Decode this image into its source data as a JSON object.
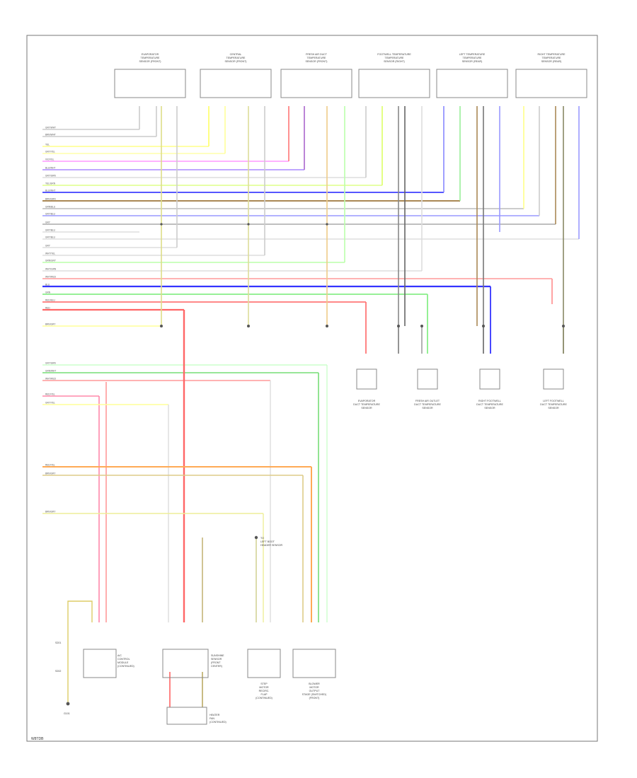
{
  "diagram": {
    "footer_code": "W8TDB",
    "top_sensors": [
      {
        "id": "s1",
        "label": [
          "EVAPORATOR",
          "TEMPERATURE",
          "SENSOR (FRONT)"
        ]
      },
      {
        "id": "s2",
        "label": [
          "CENTRAL",
          "TEMPERATURE",
          "SENSOR (FRONT)"
        ]
      },
      {
        "id": "s3",
        "label": [
          "FRESH AIR DUCT",
          "TEMPERATURE",
          "SENSOR (FRONT)"
        ]
      },
      {
        "id": "s4",
        "label": [
          "FOOTWELL TEMPERATURE",
          "TEMPERATURE",
          "SENSOR (RIGHT)"
        ]
      },
      {
        "id": "s5",
        "label": [
          "LEFT TEMPERATURE",
          "TEMPERATURE",
          "SENSOR (REAR)"
        ]
      },
      {
        "id": "s6",
        "label": [
          "RIGHT TEMPERATURE",
          "TEMPERATURE",
          "SENSOR (REAR)"
        ]
      }
    ],
    "mid_sensors": [
      {
        "id": "m1",
        "label": [
          "EVAPORATOR",
          "DUCT TEMPERATURE",
          "SENSOR"
        ]
      },
      {
        "id": "m2",
        "label": [
          "FRESH AIR OUTLET",
          "DUCT TEMPERATURE",
          "SENSOR"
        ]
      },
      {
        "id": "m3",
        "label": [
          "RIGHT FOOTWELL",
          "DUCT TEMPERATURE",
          "SENSOR"
        ]
      },
      {
        "id": "m4",
        "label": [
          "LEFT FOOTWELL",
          "DUCT TEMPERATURE",
          "SENSOR"
        ]
      }
    ],
    "bottom_components": [
      {
        "id": "b1",
        "label": [
          "A/C",
          "CONTROL",
          "MODULE",
          "(CONTINUED)"
        ]
      },
      {
        "id": "b2",
        "label": [
          "SUNSHINE",
          "SENSOR",
          "(FRONT",
          "CENTER)"
        ]
      },
      {
        "id": "b3",
        "label": [
          "STEP",
          "MOTOR",
          "RECIRC.",
          "FLAP",
          "(CONTINUED)"
        ]
      },
      {
        "id": "b4",
        "label": [
          "BLOWER",
          "MOTOR",
          "OUTPUT",
          "STAGE (SWITCHED)",
          "(FRONT)"
        ]
      },
      {
        "id": "b5",
        "label": [
          "HEATER",
          "FAN",
          "(CONTINUED)"
        ]
      }
    ],
    "misc_labels": {
      "to_sensor": [
        "TO",
        "LEFT BOOT",
        "HEADER SENSOR"
      ],
      "ground": "G101",
      "splice1": "S201",
      "splice2": "S202"
    },
    "row_labels": [
      "GRY/WHT",
      "BRN/WHT",
      "YEL",
      "GRY/YEL",
      "VIO/YEL",
      "BLU/WHT",
      "GRY/GRN",
      "YEL/GRN",
      "BLU/WHT",
      "BRN/GRN",
      "GRN/BLU",
      "GRY/BLU",
      "GRY",
      "GRY/BLU",
      "GRY/BLU",
      "GRY",
      "WHT/YEL",
      "GRN/GRY",
      "WHT/GRN",
      "WHT/RED",
      "BLU",
      "GRN",
      "RED/BLU",
      "RED",
      "BRN/GRY",
      "GRY/GRN",
      "GRN/WHT",
      "WHT/RED",
      "RED/YEL",
      "GRY/YEL",
      "RED/YEL",
      "BRN/GRY",
      "BRN/GRY"
    ],
    "colors": {
      "red": "#ff6666",
      "pink": "#ff99ff",
      "yellow": "#ffff88",
      "blue": "#8888ff",
      "dark_blue": "#3333ff",
      "green": "#99ee99",
      "brown": "#aa8855",
      "orange": "#ffaa55",
      "gray": "#bbbbbb",
      "frame": "#777777"
    }
  }
}
